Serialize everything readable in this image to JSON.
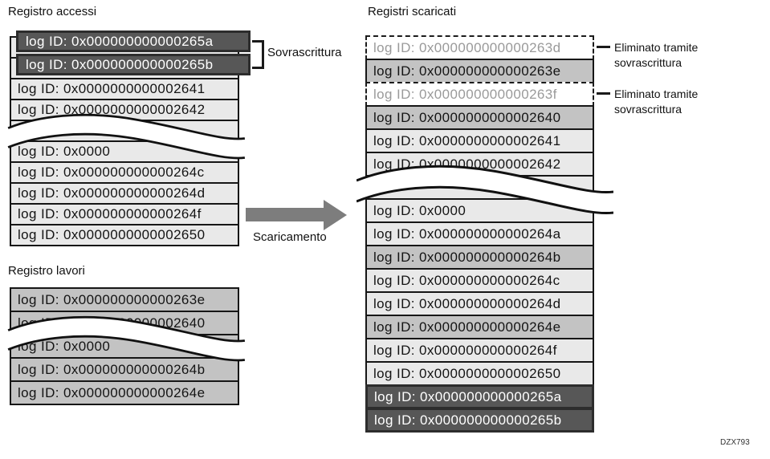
{
  "figure_code": "DZX793",
  "colors": {
    "row_light": "#e9e9e9",
    "row_gray": "#c3c3c3",
    "row_dark": "#575757",
    "dark_border": "#2d2d2d",
    "arrow_gray": "#7d7d7d",
    "dotted_text": "#9a9a9a"
  },
  "access_log": {
    "title": "Registro accessi",
    "overwrite": {
      "label": "Sovrascrittura",
      "rows": [
        "log ID: 0x000000000000265a",
        "log ID: 0x000000000000265b"
      ]
    },
    "rows": [
      {
        "text": "",
        "style": "light"
      },
      {
        "text": "log ID: 0x",
        "style": "light"
      },
      {
        "text": "log ID: 0x0000000000002641",
        "style": "light"
      },
      {
        "text": "log ID: 0x0000000000002642",
        "style": "light"
      },
      {
        "text": "",
        "style": "light"
      },
      {
        "text": "log ID: 0x0000",
        "style": "light"
      },
      {
        "text": "log ID: 0x000000000000264c",
        "style": "light"
      },
      {
        "text": "log ID: 0x000000000000264d",
        "style": "light"
      },
      {
        "text": "log ID: 0x000000000000264f",
        "style": "light"
      },
      {
        "text": "log ID: 0x0000000000002650",
        "style": "light"
      }
    ]
  },
  "job_log": {
    "title": "Registro lavori",
    "rows": [
      {
        "text": "log ID: 0x000000000000263e",
        "style": "gray"
      },
      {
        "text": "log ID: 0x0000000000002640",
        "style": "gray"
      },
      {
        "text": "log ID: 0x0000",
        "style": "gray"
      },
      {
        "text": "log ID: 0x000000000000264b",
        "style": "gray"
      },
      {
        "text": "log ID: 0x000000000000264e",
        "style": "gray"
      }
    ]
  },
  "downloaded_logs": {
    "title": "Registri scaricati",
    "rows": [
      {
        "text": "log ID: 0x000000000000263d",
        "style": "dotted"
      },
      {
        "text": "log ID: 0x000000000000263e",
        "style": "gray"
      },
      {
        "text": "log ID: 0x000000000000263f",
        "style": "dotted"
      },
      {
        "text": "log ID: 0x0000000000002640",
        "style": "gray"
      },
      {
        "text": "log ID: 0x0000000000002641",
        "style": "light"
      },
      {
        "text": "log ID: 0x0000000000002642",
        "style": "light"
      },
      {
        "text": "",
        "style": "light"
      },
      {
        "text": "log ID: 0x0000",
        "style": "light"
      },
      {
        "text": "log ID: 0x000000000000264a",
        "style": "light"
      },
      {
        "text": "log ID: 0x000000000000264b",
        "style": "gray"
      },
      {
        "text": "log ID: 0x000000000000264c",
        "style": "light"
      },
      {
        "text": "log ID: 0x000000000000264d",
        "style": "light"
      },
      {
        "text": "log ID: 0x000000000000264e",
        "style": "gray"
      },
      {
        "text": "log ID: 0x000000000000264f",
        "style": "light"
      },
      {
        "text": "log ID: 0x0000000000002650",
        "style": "light"
      },
      {
        "text": "log ID: 0x000000000000265a",
        "style": "dark"
      },
      {
        "text": "log ID: 0x000000000000265b",
        "style": "dark"
      }
    ]
  },
  "download": {
    "label": "Scaricamento"
  },
  "deleted_notes": [
    {
      "text": "Eliminato tramite sovrascrittura"
    },
    {
      "text": "Eliminato tramite sovrascrittura"
    }
  ]
}
